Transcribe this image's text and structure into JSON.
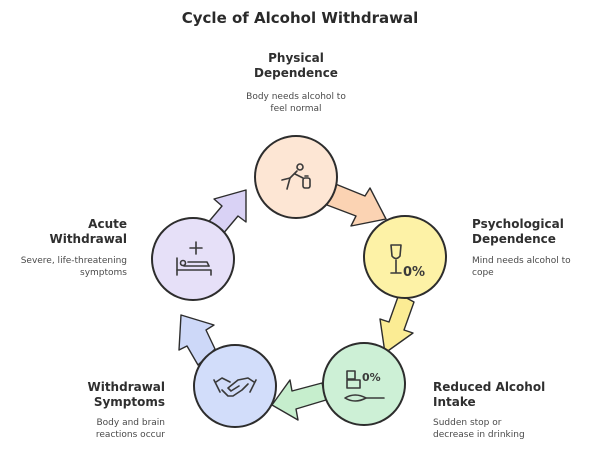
{
  "title": "Cycle of Alcohol Withdrawal",
  "stages": [
    {
      "id": "physical-dependence",
      "title_lines": [
        "Physical",
        "Dependence"
      ],
      "desc_lines": [
        "Body needs alcohol to",
        "feel normal"
      ],
      "icon": "person-bending-to-bottle-icon",
      "color": "#fde6d4"
    },
    {
      "id": "psychological-dependence",
      "title_lines": [
        "Psychological",
        "Dependence"
      ],
      "desc_lines": [
        "Mind needs alcohol to",
        "cope"
      ],
      "icon": "wine-glass-zero-percent-icon",
      "icon_text": "0%",
      "color": "#fdf2a6"
    },
    {
      "id": "reduced-alcohol-intake",
      "title_lines": [
        "Reduced Alcohol",
        "Intake"
      ],
      "desc_lines": [
        "Sudden stop or",
        "decrease in drinking"
      ],
      "icon": "measuring-spoon-zero-percent-icon",
      "icon_text": "0%",
      "color": "#cdf0d6"
    },
    {
      "id": "withdrawal-symptoms",
      "title_lines": [
        "Withdrawal",
        "Symptoms"
      ],
      "desc_lines": [
        "Body and brain",
        "reactions occur"
      ],
      "icon": "handshake-icon",
      "color": "#d2ddfa"
    },
    {
      "id": "acute-withdrawal",
      "title_lines": [
        "Acute",
        "Withdrawal"
      ],
      "desc_lines": [
        "Severe, life-threatening",
        "symptoms"
      ],
      "icon": "hospital-bed-icon",
      "color": "#e6e0f8"
    }
  ],
  "colors": {
    "outline": "#2d2d2d",
    "arrow_orange": "#fbd3b3",
    "arrow_yellow": "#fbec94",
    "arrow_green": "#c6eecd",
    "arrow_blue": "#cdd8f8",
    "arrow_purple": "#d9d2f5"
  }
}
